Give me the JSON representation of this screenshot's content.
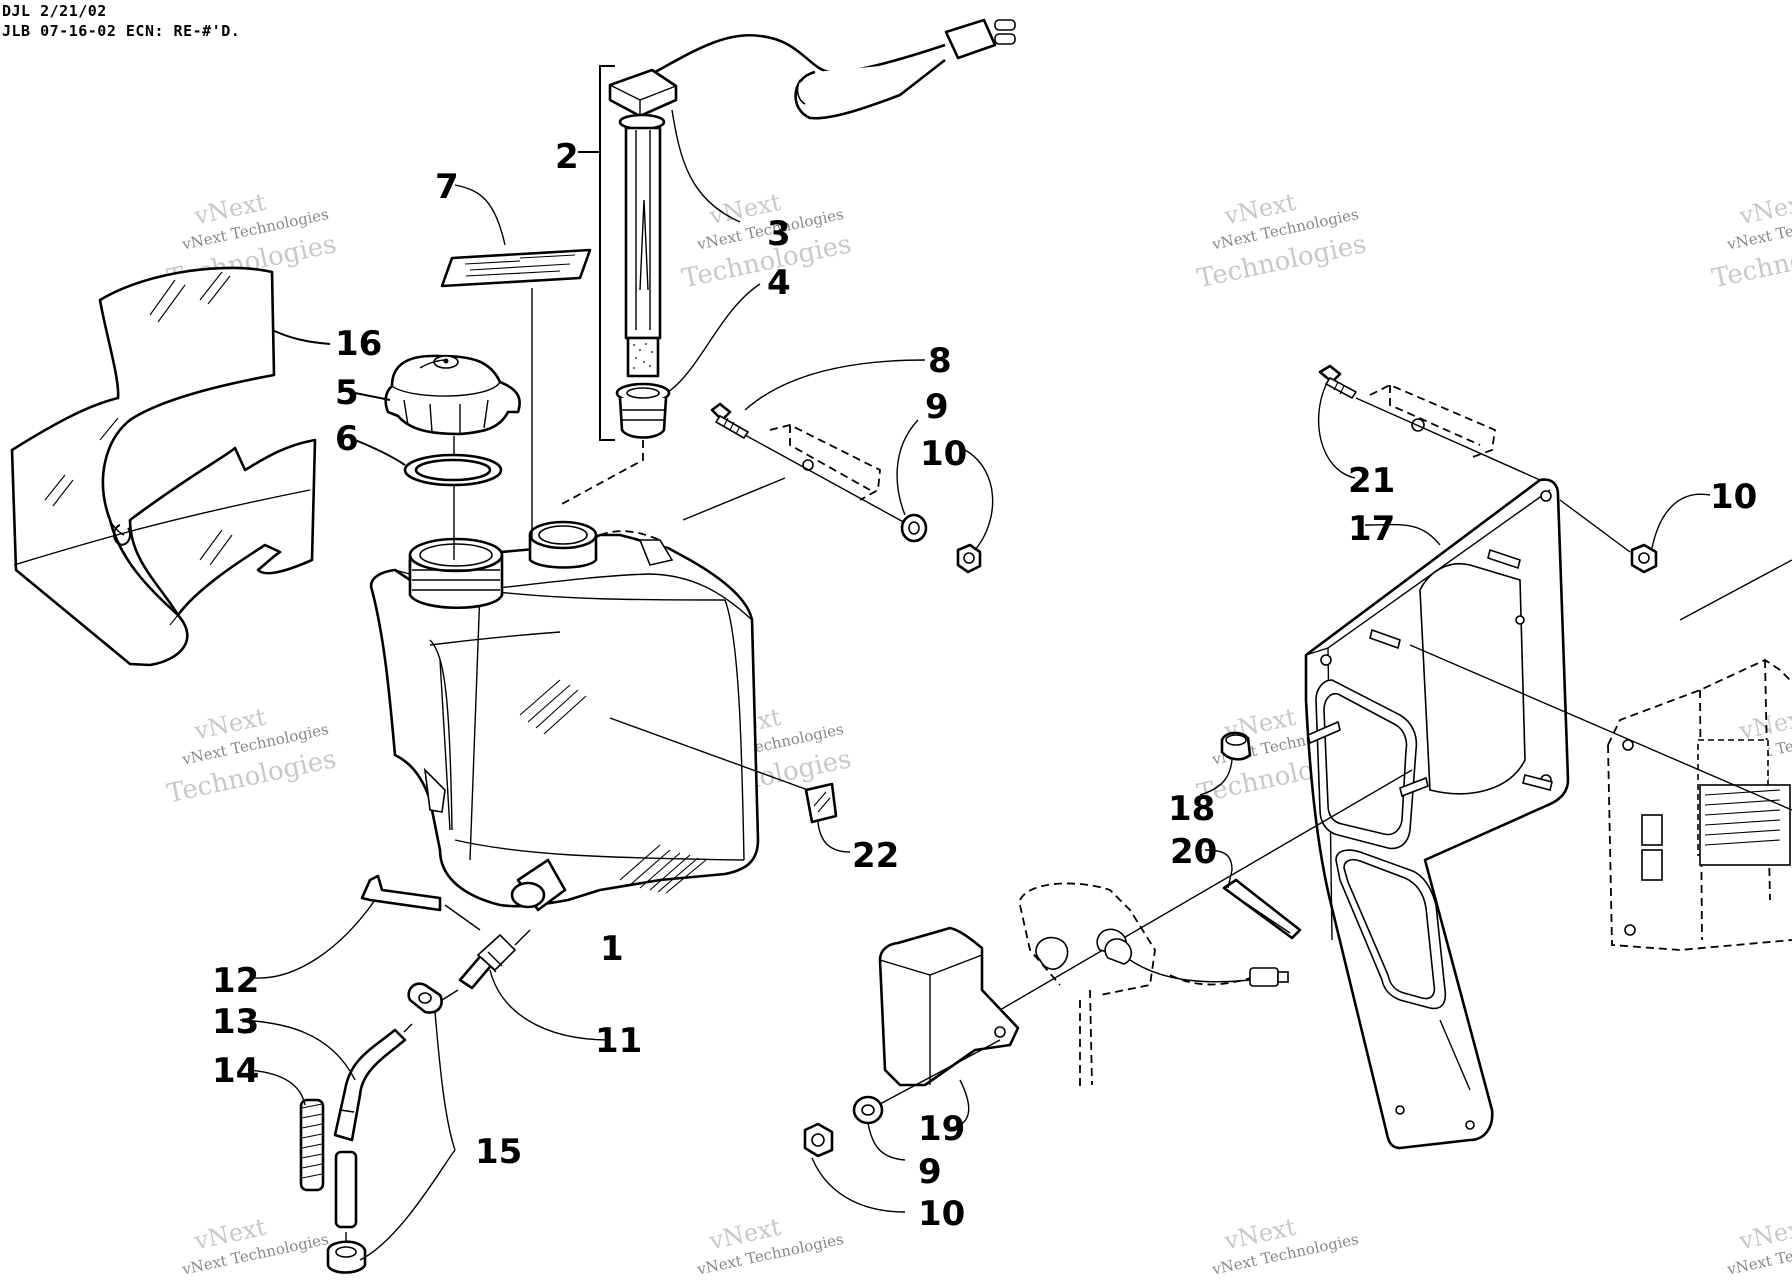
{
  "header": {
    "line1": "DJL 2/21/02",
    "line2": "JLB 07-16-02 ECN: RE-#'D."
  },
  "watermark": {
    "line_a": "vNext",
    "line_b": "vNext Technologies",
    "line_c": "Technologies"
  },
  "callouts": {
    "c1": "1",
    "c2": "2",
    "c3": "3",
    "c4": "4",
    "c5": "5",
    "c6": "6",
    "c7": "7",
    "c8": "8",
    "c9a": "9",
    "c9b": "9",
    "c10a": "10",
    "c10b": "10",
    "c10c": "10",
    "c11": "11",
    "c12": "12",
    "c13": "13",
    "c14": "14",
    "c15": "15",
    "c16": "16",
    "c17": "17",
    "c18": "18",
    "c19": "19",
    "c20": "20",
    "c21": "21",
    "c22": "22"
  }
}
